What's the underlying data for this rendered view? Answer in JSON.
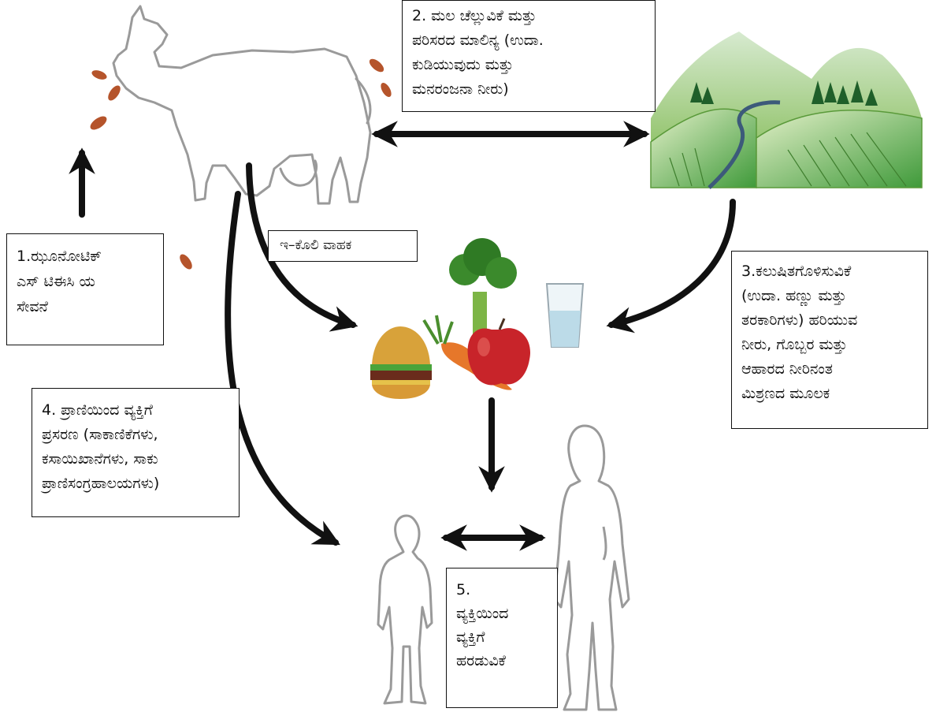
{
  "labels": {
    "step1": [
      "1.ಝೂನೋಟಿಕ್",
      "ಎಸ್ ಟಿಈಸಿ ಯ",
      "ಸೇವನೆ"
    ],
    "step2": [
      "2. ಮಲ ಚೆಲ್ಲುವಿಕೆ ಮತ್ತು",
      "ಪರಿಸರದ ಮಾಲಿನ್ಯ (ಉದಾ.",
      "ಕುಡಿಯುವುದು ಮತ್ತು",
      "ಮನರಂಜನಾ ನೀರು)"
    ],
    "ecoli": "ಇ–ಕೊಲಿ ವಾಹಕ",
    "step3": [
      "3.ಕಲುಷಿತಗೊಳಿಸುವಿಕೆ",
      "(ಉದಾ. ಹಣ್ಣು ಮತ್ತು",
      "ತರಕಾರಿಗಳು) ಹರಿಯುವ",
      "ನೀರು, ಗೊಬ್ಬರ ಮತ್ತು",
      "ಆಹಾರದ ನೀರಿನಂತ",
      "ಮಿಶ್ರಣದ ಮೂಲಕ"
    ],
    "step4": [
      "4. ಪ್ರಾಣಿಯಿಂದ ವ್ಯಕ್ತಿಗೆ",
      "ಪ್ರಸರಣ (ಸಾಕಾಣಿಕೆಗಳು,",
      "ಕಸಾಯಿಖಾನೆಗಳು, ಸಾಕು",
      "ಪ್ರಾಣಿಸಂಗ್ರಹಾಲಯಗಳು)"
    ],
    "step5": [
      "5.",
      "ವ್ಯಕ್ತಿಯಿಂದ",
      "ವ್ಯಕ್ತಿಗೆ",
      "ಹರಡುವಿಕೆ"
    ]
  },
  "colors": {
    "arrow": "#111111",
    "outline": "#9a9a9a",
    "bacteria": "#b5542b",
    "hill_light": "#cfe3a6",
    "hill_dark": "#2e7d32",
    "river": "#3c5a7a"
  }
}
